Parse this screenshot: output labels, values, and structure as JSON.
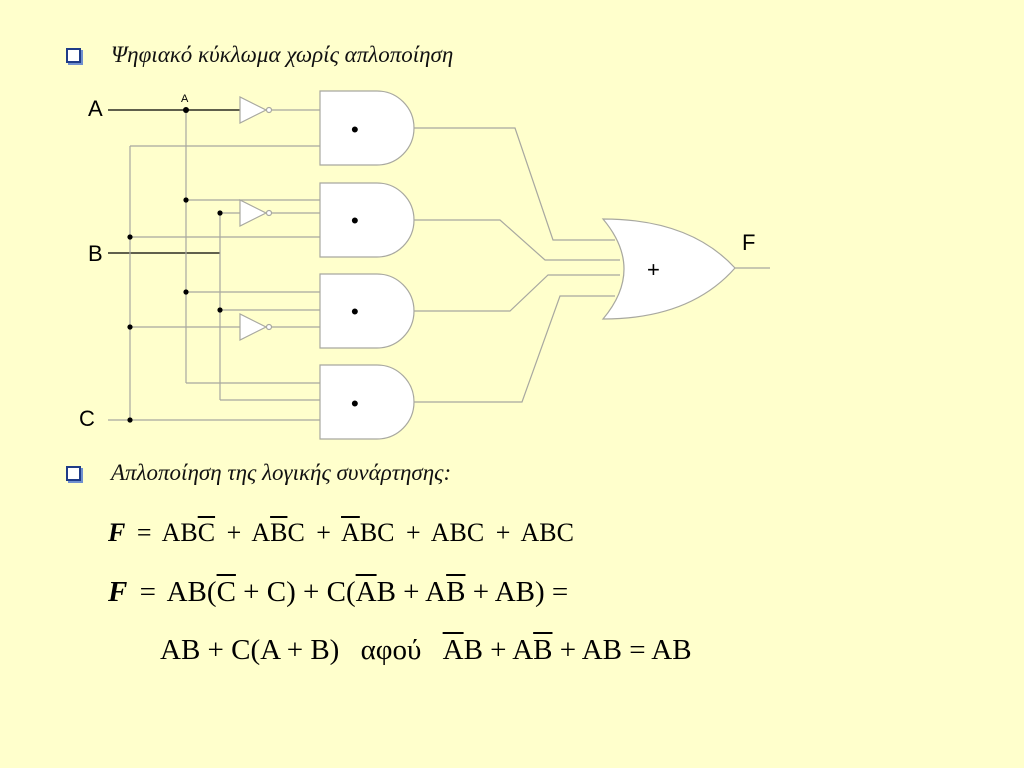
{
  "bullets": {
    "first": "Ψηφιακό κύκλωμα χωρίς απλοποίηση",
    "second": "Απλοποίηση της λογικής συνάρτησης:"
  },
  "circuit": {
    "inputs": [
      "A",
      "B",
      "C"
    ],
    "tap_label": "A",
    "output_label": "F",
    "or_symbol": "+",
    "and_symbol": "•"
  },
  "equations": {
    "eq1": {
      "lhs": "F",
      "eq": "=",
      "terms": [
        {
          "plain": "AB",
          "bar": "C",
          "tail": ""
        },
        {
          "plain": "A",
          "bar": "B",
          "tail": "C"
        },
        {
          "plain": "",
          "bar": "A",
          "tail": "BC"
        },
        {
          "plain": "ABC",
          "bar": "",
          "tail": ""
        },
        {
          "plain": "ABC",
          "bar": "",
          "tail": ""
        }
      ]
    },
    "eq2": {
      "lhs": "F",
      "eq": "=",
      "p1": "AB(",
      "p1bar": "C",
      "p2": "+ C) + C(",
      "p2bar": "A",
      "p3": "B + A",
      "p3bar": "B",
      "p4": "+ AB) ="
    },
    "eq3": {
      "left": "AB + C(A + B)",
      "word": "αφού",
      "r1bar": "A",
      "r2": "B + A",
      "r2bar": "B",
      "r3": "+ AB = AB"
    }
  }
}
